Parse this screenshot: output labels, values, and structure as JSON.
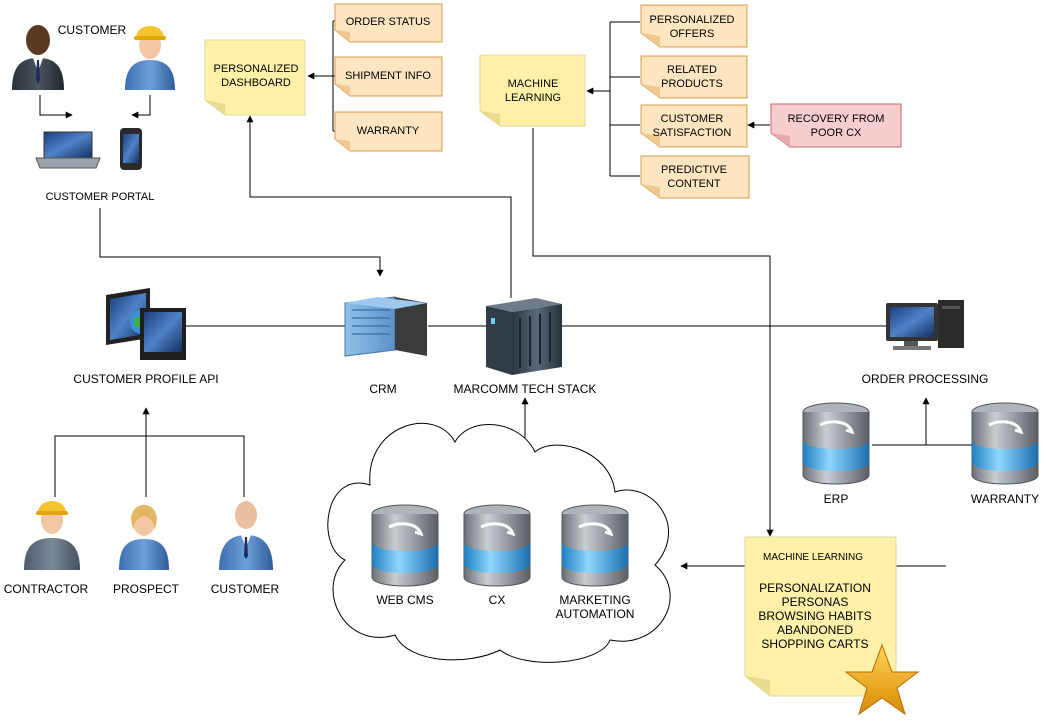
{
  "labels": {
    "customer_top": "CUSTOMER",
    "customer_portal": "CUSTOMER PORTAL",
    "customer_profile_api": "CUSTOMER PROFILE API",
    "crm": "CRM",
    "marcomm_tech_stack": "MARCOMM TECH STACK",
    "order_processing": "ORDER PROCESSING",
    "erp": "ERP",
    "warranty_db": "WARRANTY",
    "contractor": "CONTRACTOR",
    "prospect": "PROSPECT",
    "customer_bottom": "CUSTOMER",
    "web_cms": "WEB CMS",
    "cx": "CX",
    "marketing_automation": [
      "MARKETING",
      "AUTOMATION"
    ]
  },
  "notes": {
    "personalized_dashboard": [
      "PERSONALIZED",
      "DASHBOARD"
    ],
    "order_status": "ORDER STATUS",
    "shipment_info": "SHIPMENT INFO",
    "warranty": "WARRANTY",
    "machine_learning_top": [
      "MACHINE",
      "LEARNING"
    ],
    "personalized_offers": [
      "PERSONALIZED",
      "OFFERS"
    ],
    "related_products": [
      "RELATED",
      "PRODUCTS"
    ],
    "customer_satisfaction": [
      "CUSTOMER",
      "SATISFACTION"
    ],
    "predictive_content": [
      "PREDICTIVE",
      "CONTENT"
    ],
    "recovery_from_poor_cx": [
      "RECOVERY FROM",
      "POOR CX"
    ],
    "ml_box_title": "MACHINE LEARNING",
    "ml_box_items": [
      "PERSONALIZATION",
      "PERSONAS",
      "BROWSING HABITS",
      "ABANDONED",
      "SHOPPING CARTS"
    ]
  },
  "colors": {
    "note_yellow": "#fff2a8",
    "note_orange": "#ffe6c0",
    "note_pink": "#f8cdd0",
    "note_border_orange": "#d79b4f",
    "note_border_pink": "#c56a6a",
    "db_blue": "#3aa8e0",
    "star_gold": "#f2a517"
  }
}
